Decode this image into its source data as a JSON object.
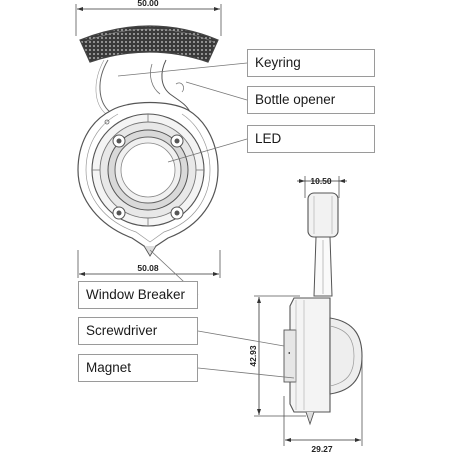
{
  "callouts": {
    "keyring": "Keyring",
    "bottle_opener": "Bottle opener",
    "led": "LED",
    "window_breaker": "Window Breaker",
    "screwdriver": "Screwdriver",
    "magnet": "Magnet"
  },
  "dimensions": {
    "top_width": "50.00",
    "bottom_width": "50.08",
    "side_top_width": "10.50",
    "side_height": "42.93",
    "side_bottom_width": "29.27"
  },
  "colors": {
    "line": "#555555",
    "dimension": "#222222",
    "callout_border": "#9a9a9a"
  }
}
